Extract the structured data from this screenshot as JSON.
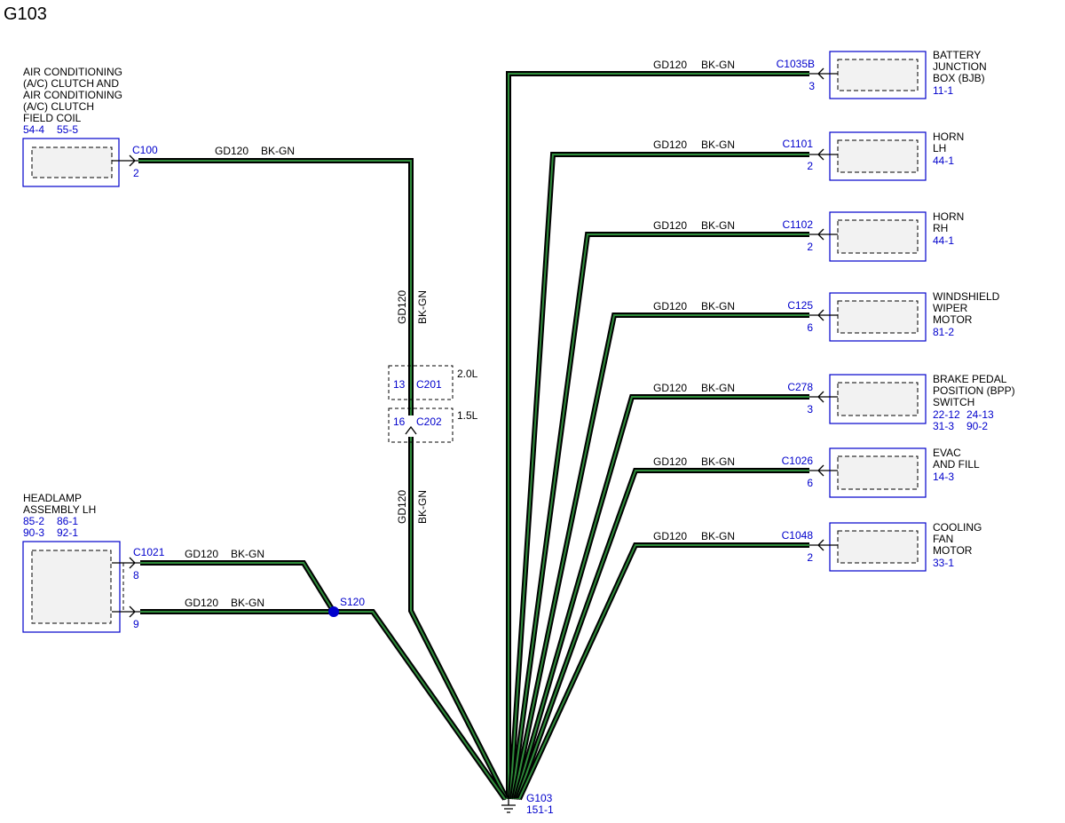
{
  "title": "G103",
  "wire": {
    "code": "GD120",
    "color": "BK-GN"
  },
  "components": {
    "ac_clutch": {
      "name_lines": [
        "AIR CONDITIONING",
        "(A/C) CLUTCH AND",
        "AIR CONDITIONING",
        "(A/C) CLUTCH",
        "FIELD COIL"
      ],
      "refs": [
        "54-4",
        "55-5"
      ],
      "connector": "C100",
      "pin": "2"
    },
    "headlamp_lh": {
      "name_lines": [
        "HEADLAMP",
        "ASSEMBLY LH"
      ],
      "refs_line1": [
        "85-2",
        "86-1"
      ],
      "refs_line2": [
        "90-3",
        "92-1"
      ],
      "connector": "C1021",
      "pin_a": "8",
      "pin_b": "9"
    },
    "bjb": {
      "name_lines": [
        "BATTERY",
        "JUNCTION",
        "BOX (BJB)"
      ],
      "ref": "11-1",
      "connector": "C1035B",
      "pin": "3"
    },
    "horn_lh": {
      "name_lines": [
        "HORN",
        "LH"
      ],
      "ref": "44-1",
      "connector": "C1101",
      "pin": "2"
    },
    "horn_rh": {
      "name_lines": [
        "HORN",
        "RH"
      ],
      "ref": "44-1",
      "connector": "C1102",
      "pin": "2"
    },
    "wiper": {
      "name_lines": [
        "WINDSHIELD",
        "WIPER",
        "MOTOR"
      ],
      "ref": "81-2",
      "connector": "C125",
      "pin": "6"
    },
    "bpp": {
      "name_lines": [
        "BRAKE PEDAL",
        "POSITION (BPP)",
        "SWITCH"
      ],
      "refs_line1": [
        "22-12",
        "24-13"
      ],
      "refs_line2": [
        "31-3",
        "90-2"
      ],
      "connector": "C278",
      "pin": "3"
    },
    "evac": {
      "name_lines": [
        "EVAC",
        "AND FILL"
      ],
      "ref": "14-3",
      "connector": "C1026",
      "pin": "6"
    },
    "fan": {
      "name_lines": [
        "COOLING",
        "FAN",
        "MOTOR"
      ],
      "ref": "33-1",
      "connector": "C1048",
      "pin": "2"
    }
  },
  "inline": {
    "c201": {
      "connector": "C201",
      "pin": "13",
      "engine": "2.0L"
    },
    "c202": {
      "connector": "C202",
      "pin": "16",
      "engine": "1.5L"
    }
  },
  "splice": {
    "name": "S120",
    "color": "#0000cc"
  },
  "ground": {
    "name": "G103",
    "ref": "151-1"
  },
  "colors": {
    "wire_outer": "#000000",
    "wire_inner": "#2e8b3a",
    "ref_text": "#0000cc",
    "component_border": "#0000cc"
  }
}
